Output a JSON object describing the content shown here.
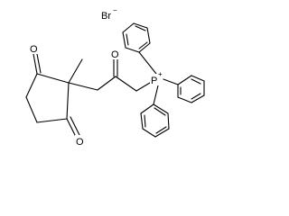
{
  "molecule": {
    "counterion": {
      "symbol": "Br",
      "charge": "−"
    },
    "phosphorus": {
      "symbol": "P",
      "charge": "+"
    },
    "ketone_oxygen": "O",
    "ring_oxygen_top": "O",
    "ring_oxygen_bottom": "O"
  }
}
